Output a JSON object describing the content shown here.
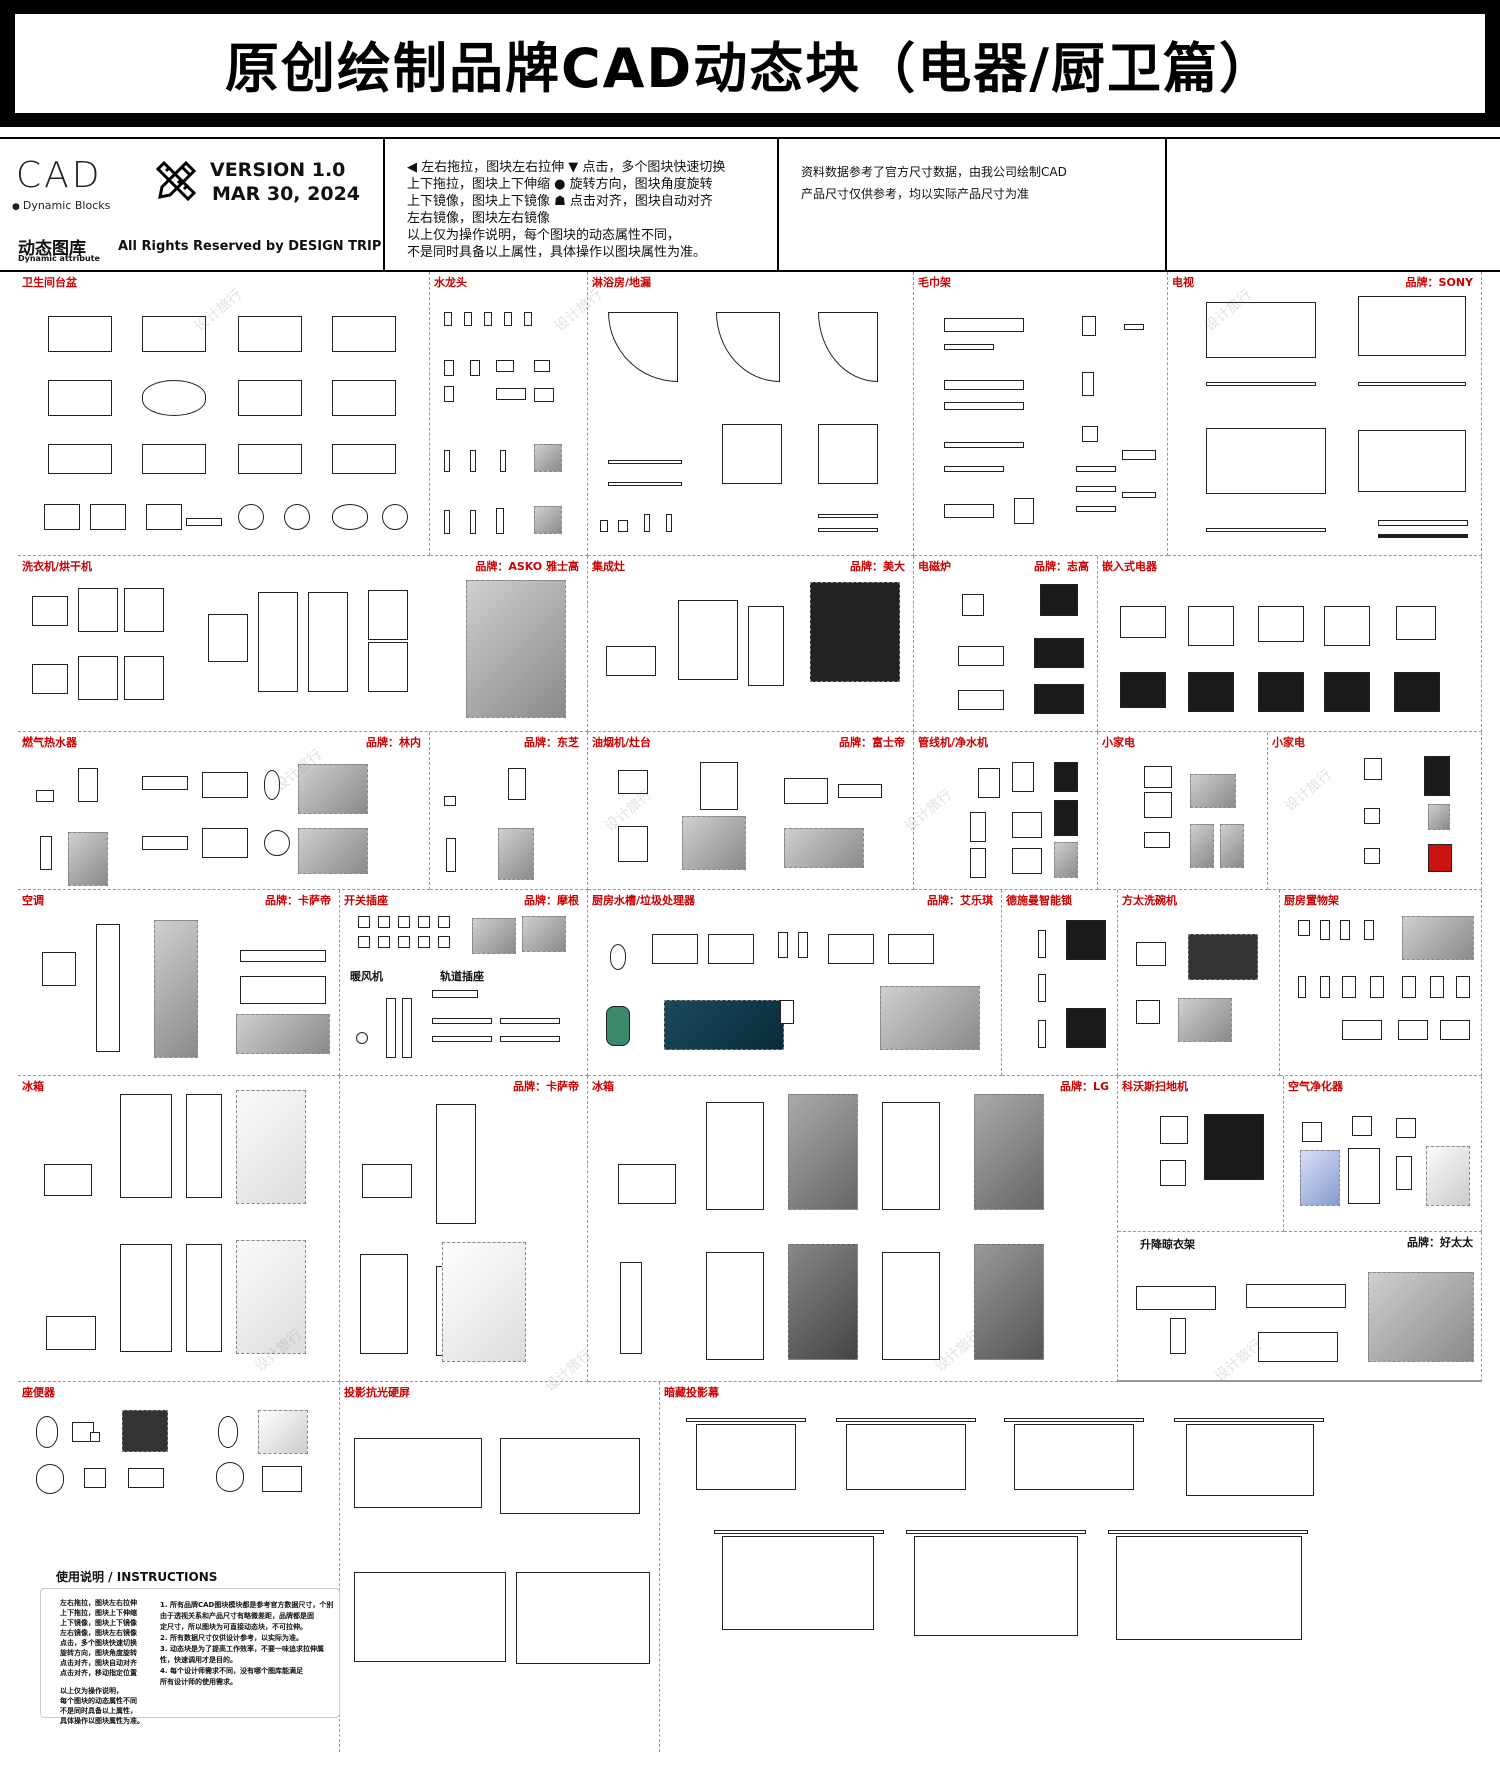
{
  "title": "原创绘制品牌CAD动态块（电器/厨卫篇）",
  "header": {
    "cad_logo": "CAD",
    "cad_sub": "Dynamic Blocks",
    "version": "VERSION 1.0",
    "date": "MAR 30, 2024",
    "library_title": "动态图库",
    "library_sub": "Dynamic attribute",
    "rights": "All Rights Reserved by DESIGN TRIP",
    "ops_lines": [
      "◀ 左右拖拉，图块左右拉伸  ▼ 点击，多个图块快速切换",
      "  上下拖拉，图块上下伸缩  ● 旋转方向，图块角度旋转",
      "  上下镜像，图块上下镜像  ☗ 点击对齐，图块自动对齐",
      "  左右镜像，图块左右镜像",
      "以上仅为操作说明，每个图块的动态属性不同，",
      "不是同时具备以上属性，具体操作以图块属性为准。"
    ],
    "note_lines": [
      "资料数据参考了官方尺寸数据，由我公司绘制CAD",
      "产品尺寸仅供参考，均以实际产品尺寸为准"
    ]
  },
  "sections": [
    {
      "key": "s1",
      "name": "卫生间台盆",
      "brand": ""
    },
    {
      "key": "s2",
      "name": "水龙头",
      "brand": ""
    },
    {
      "key": "s3",
      "name": "淋浴房/地漏",
      "brand": ""
    },
    {
      "key": "s4",
      "name": "毛巾架",
      "brand": ""
    },
    {
      "key": "s5",
      "name": "电视",
      "brand": "品牌：SONY"
    },
    {
      "key": "s6",
      "name": "洗衣机/烘干机",
      "brand": "品牌：ASKO 雅士高"
    },
    {
      "key": "s7",
      "name": "集成灶",
      "brand": "品牌：美大"
    },
    {
      "key": "s8",
      "name": "电磁炉",
      "brand": "品牌：志高"
    },
    {
      "key": "s9",
      "name": "嵌入式电器",
      "brand": ""
    },
    {
      "key": "s10",
      "name": "燃气热水器",
      "brand": "品牌：林内"
    },
    {
      "key": "s10b",
      "name": "",
      "brand": "品牌：东芝"
    },
    {
      "key": "s11",
      "name": "油烟机/灶台",
      "brand": "品牌：富士帝"
    },
    {
      "key": "s12",
      "name": "管线机/净水机",
      "brand": ""
    },
    {
      "key": "s13",
      "name": "小家电",
      "brand": ""
    },
    {
      "key": "s14",
      "name": "小家电",
      "brand": ""
    },
    {
      "key": "s15",
      "name": "空调",
      "brand": "品牌：卡萨帝"
    },
    {
      "key": "s16",
      "name": "开关插座",
      "brand": "品牌：摩根"
    },
    {
      "key": "s17",
      "name": "厨房水槽/垃圾处理器",
      "brand": "品牌：艾乐琪"
    },
    {
      "key": "s18",
      "name": "德施曼智能锁",
      "brand": ""
    },
    {
      "key": "s19",
      "name": "方太洗碗机",
      "brand": ""
    },
    {
      "key": "s20",
      "name": "厨房置物架",
      "brand": ""
    },
    {
      "key": "s21",
      "name": "冰箱",
      "brand": ""
    },
    {
      "key": "s21b",
      "name": "",
      "brand": "品牌：卡萨帝"
    },
    {
      "key": "s22",
      "name": "冰箱",
      "brand": "品牌：LG"
    },
    {
      "key": "s23",
      "name": "科沃斯扫地机",
      "brand": ""
    },
    {
      "key": "s24",
      "name": "空气净化器",
      "brand": ""
    },
    {
      "key": "s25",
      "name": "座便器",
      "brand": ""
    },
    {
      "key": "s26",
      "name": "投影抗光硬屏",
      "brand": ""
    },
    {
      "key": "s27",
      "name": "暗藏投影幕",
      "brand": ""
    }
  ],
  "subheads": {
    "fan": "暖风机",
    "track": "轨道插座",
    "rack": "升降晾衣架",
    "rack_brand": "品牌：好太太"
  },
  "instructions": {
    "title": "使用说明 / INSTRUCTIONS",
    "left": [
      "左右拖拉，图块左右拉伸",
      "上下拖拉，图块上下伸缩",
      "上下镜像，图块上下镜像",
      "左右镜像，图块左右镜像",
      "点击，多个图块快速切换",
      "旋转方向，图块角度旋转",
      "点击对齐，图块自动对齐",
      "点击对齐，移动指定位置",
      "",
      "以上仅为操作说明，",
      "每个图块的动态属性不同",
      "不是同时具备以上属性，",
      "具体操作以图块属性为准。"
    ],
    "right": [
      "1.  所有品牌CAD图块模块都是参考官方数据尺寸，个别",
      "    由于透视关系和产品尺寸有略微差距，品牌都是固",
      "    定尺寸，所以图块为可直接动态块，不可拉伸。",
      "2.  所有数据尺寸仅供设计参考，以实际为准。",
      "3.  动态块是为了提高工作效率，不要一味追求拉伸属",
      "    性，快速调用才是目的。",
      "4.  每个设计师需求不同，没有哪个图库能满足",
      "    所有设计师的使用需求。"
    ]
  },
  "watermark": "设计旅行"
}
